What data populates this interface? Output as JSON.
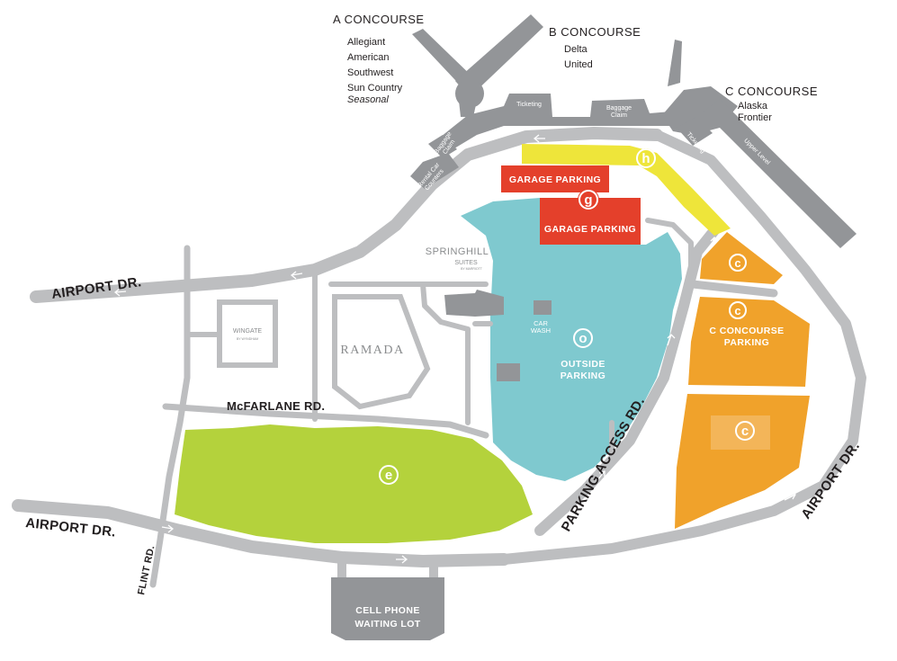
{
  "concourses": {
    "a": {
      "title": "A CONCOURSE",
      "airlines": [
        "Allegiant",
        "American",
        "Southwest",
        "Sun Country"
      ],
      "note": "Seasonal"
    },
    "b": {
      "title": "B CONCOURSE",
      "airlines": [
        "Delta",
        "United"
      ]
    },
    "c": {
      "title": "C CONCOURSE",
      "airlines": [
        "Alaska",
        "Frontier"
      ]
    }
  },
  "terminal_labels": {
    "ticketing_top": "Ticketing",
    "baggage_claim_top": "Baggage Claim",
    "baggage_claim_left": "Baggage Claim",
    "rental_car": "Rental Car Counters",
    "ticketing_right": "Ticketing",
    "upper_level": "Upper Level"
  },
  "roads": {
    "airport_dr_upper_left": "AIRPORT DR.",
    "airport_dr_lower_left": "AIRPORT DR.",
    "airport_dr_right": "AIRPORT DR.",
    "mcfarlane": "McFARLANE RD.",
    "flint": "FLINT RD.",
    "parking_access": "PARKING ACCESS RD."
  },
  "hotels": {
    "springhill": "SPRINGHILL",
    "springhill_sub": "SUITES",
    "springhill_tiny": "BY MARRIOTT",
    "wingate": "WINGATE",
    "wingate_sub": "BY WYNDHAM",
    "ramada": "RAMADA"
  },
  "parking": {
    "garage_1": "GARAGE PARKING",
    "garage_2": "GARAGE PARKING",
    "outside": "OUTSIDE PARKING",
    "c_concourse": "C CONCOURSE PARKING",
    "car_wash": "CAR WASH",
    "cell_phone": "CELL PHONE WAITING LOT"
  },
  "badges": {
    "h": "h",
    "g": "g",
    "o": "o",
    "e": "e",
    "c1": "c",
    "c2": "c",
    "c3": "c"
  },
  "colors": {
    "road": "#bdbec0",
    "building": "#939598",
    "outside_parking": "#7fc9cf",
    "garage_parking": "#e4402b",
    "hourly_parking": "#eee53a",
    "c_concourse_parking": "#f0a22b",
    "economy_parking": "#b4d23c",
    "text": "#231f20"
  }
}
